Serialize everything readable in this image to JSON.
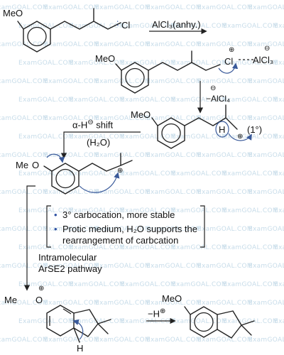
{
  "colors": {
    "ink": "#111111",
    "annotation": "#2f52a3",
    "watermark": "#c7dce9"
  },
  "watermark": "ExamGOAL.COM",
  "step1": {
    "methoxy": "MeO",
    "chlorine": "Cl",
    "lone_pair_dots": ":"
  },
  "arrow1_reagent": "AlCl₃(anhy.)",
  "step2": {
    "methoxy": "MeO",
    "cl_plus": "⊕",
    "chlorine": "Cl",
    "al_minus": "⊖",
    "alcl3": "AlCl₃"
  },
  "arrow2_reagent": "−AlCl₄",
  "arrow2_minus": "⊖",
  "step3": {
    "methoxy": "MeO",
    "hydrogen": "H",
    "plus": "⊕",
    "primary": "(1°)"
  },
  "shift": {
    "label": "α-H",
    "label_charge": "⊖",
    "label_suffix": " shift",
    "medium": "(H₂O)"
  },
  "step4": {
    "methoxy_me": "Me",
    "methoxy_o": "O",
    "plus": "⊕"
  },
  "notes": [
    "3° carbocation, more stable",
    "Protic medium, H₂O supports the",
    "rearrangement of carbcation"
  ],
  "bullets": [
    "•",
    "•"
  ],
  "pathway": [
    "Intramolecular",
    "ArSE2 pathway"
  ],
  "step5": {
    "me": "Me",
    "o": "O",
    "plus": "⊕",
    "hydrogen": "H"
  },
  "arrow5_reagent": "−H",
  "arrow5_charge": "⊕",
  "product": {
    "methoxy": "MeO"
  }
}
